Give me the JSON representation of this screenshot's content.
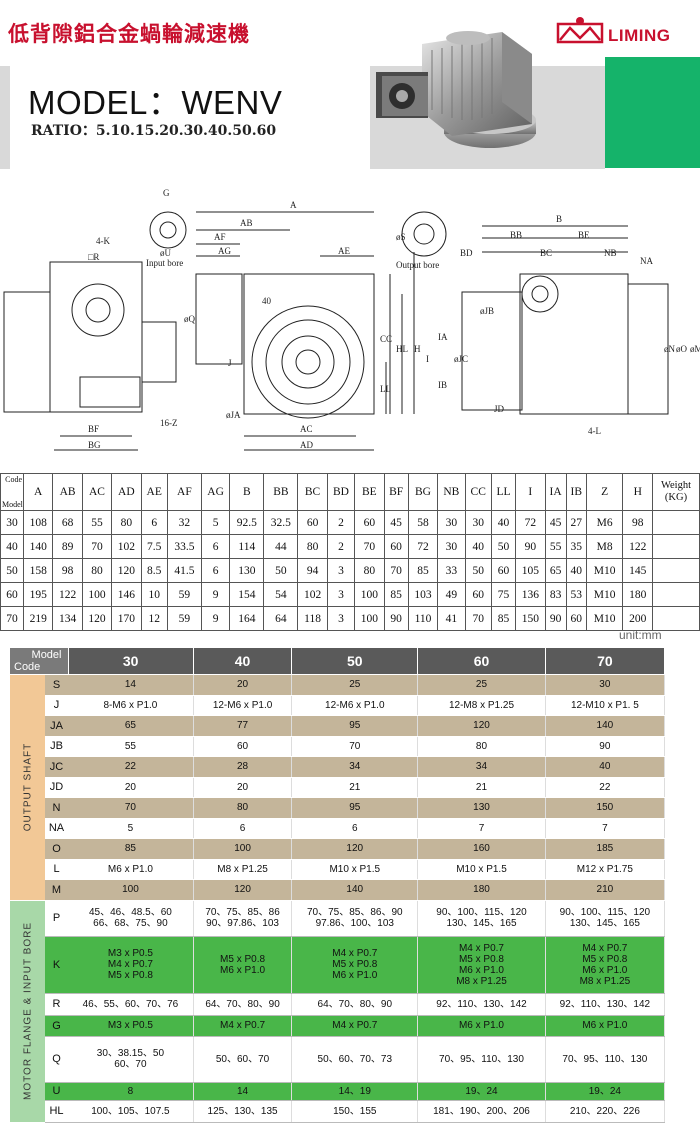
{
  "header": {
    "cn_title": "低背隙鋁合金蝸輪減速機",
    "brand": "LIMING",
    "model_line": "MODEL：WENV",
    "ratio_line": "RATIO：5.10.15.20.30.40.50.60",
    "colors": {
      "brand_red": "#c8102e",
      "accent_green": "#15b36a"
    }
  },
  "drawing": {
    "labels_left": [
      "G",
      "A",
      "AB",
      "4-K",
      "R",
      "øU",
      "Input bore",
      "AF",
      "AG",
      "AE",
      "40",
      "øQ",
      "J",
      "CC",
      "HL",
      "LL",
      "16-Z",
      "øJA",
      "BF",
      "BG",
      "AC",
      "AD"
    ],
    "labels_right": [
      "øS",
      "Output bore",
      "B",
      "BB",
      "BE",
      "BD",
      "BC",
      "NB",
      "NA",
      "øJB",
      "IA",
      "øJC",
      "IB",
      "I",
      "H",
      "JD",
      "øN",
      "øO",
      "øM",
      "4-L"
    ]
  },
  "dim_table": {
    "corner_top": "Code",
    "corner_bottom": "Model",
    "headers": [
      "A",
      "AB",
      "AC",
      "AD",
      "AE",
      "AF",
      "AG",
      "B",
      "BB",
      "BC",
      "BD",
      "BE",
      "BF",
      "BG",
      "NB",
      "CC",
      "LL",
      "I",
      "IA",
      "IB",
      "Z",
      "H"
    ],
    "weight_header": [
      "Weight",
      "(KG)"
    ],
    "rows": [
      {
        "model": "30",
        "vals": [
          "108",
          "68",
          "55",
          "80",
          "6",
          "32",
          "5",
          "92.5",
          "32.5",
          "60",
          "2",
          "60",
          "45",
          "58",
          "30",
          "30",
          "40",
          "72",
          "45",
          "27",
          "M6",
          "98"
        ],
        "weight": ""
      },
      {
        "model": "40",
        "vals": [
          "140",
          "89",
          "70",
          "102",
          "7.5",
          "33.5",
          "6",
          "114",
          "44",
          "80",
          "2",
          "70",
          "60",
          "72",
          "30",
          "40",
          "50",
          "90",
          "55",
          "35",
          "M8",
          "122"
        ],
        "weight": ""
      },
      {
        "model": "50",
        "vals": [
          "158",
          "98",
          "80",
          "120",
          "8.5",
          "41.5",
          "6",
          "130",
          "50",
          "94",
          "3",
          "80",
          "70",
          "85",
          "33",
          "50",
          "60",
          "105",
          "65",
          "40",
          "M10",
          "145"
        ],
        "weight": ""
      },
      {
        "model": "60",
        "vals": [
          "195",
          "122",
          "100",
          "146",
          "10",
          "59",
          "9",
          "154",
          "54",
          "102",
          "3",
          "100",
          "85",
          "103",
          "49",
          "60",
          "75",
          "136",
          "83",
          "53",
          "M10",
          "180"
        ],
        "weight": ""
      },
      {
        "model": "70",
        "vals": [
          "219",
          "134",
          "120",
          "170",
          "12",
          "59",
          "9",
          "164",
          "64",
          "118",
          "3",
          "100",
          "90",
          "110",
          "41",
          "70",
          "85",
          "150",
          "90",
          "60",
          "M10",
          "200"
        ],
        "weight": ""
      }
    ]
  },
  "spec_table": {
    "unit": "unit:mm",
    "corner_model": "Model",
    "corner_code": "Code",
    "models": [
      "30",
      "40",
      "50",
      "60",
      "70"
    ],
    "group_output": "OUTPUT SHAFT",
    "group_motor": "MOTOR FLANGE & INPUT BORE",
    "output_rows": [
      {
        "code": "S",
        "style": "tan",
        "vals": [
          "14",
          "20",
          "25",
          "25",
          "30"
        ]
      },
      {
        "code": "J",
        "style": "wht",
        "vals": [
          "8-M6 x P1.0",
          "12-M6 x P1.0",
          "12-M6 x P1.0",
          "12-M8 x P1.25",
          "12-M10 x P1. 5"
        ]
      },
      {
        "code": "JA",
        "style": "tan",
        "vals": [
          "65",
          "77",
          "95",
          "120",
          "140"
        ]
      },
      {
        "code": "JB",
        "style": "wht",
        "vals": [
          "55",
          "60",
          "70",
          "80",
          "90"
        ]
      },
      {
        "code": "JC",
        "style": "tan",
        "vals": [
          "22",
          "28",
          "34",
          "34",
          "40"
        ]
      },
      {
        "code": "JD",
        "style": "wht",
        "vals": [
          "20",
          "20",
          "21",
          "21",
          "22"
        ]
      },
      {
        "code": "N",
        "style": "tan",
        "vals": [
          "70",
          "80",
          "95",
          "130",
          "150"
        ]
      },
      {
        "code": "NA",
        "style": "wht",
        "vals": [
          "5",
          "6",
          "6",
          "7",
          "7"
        ]
      },
      {
        "code": "O",
        "style": "tan",
        "vals": [
          "85",
          "100",
          "120",
          "160",
          "185"
        ]
      },
      {
        "code": "L",
        "style": "wht",
        "vals": [
          "M6 x P1.0",
          "M8 x P1.25",
          "M10 x P1.5",
          "M10 x P1.5",
          "M12 x P1.75"
        ]
      },
      {
        "code": "M",
        "style": "tan",
        "vals": [
          "100",
          "120",
          "140",
          "180",
          "210"
        ]
      }
    ],
    "motor_rows": [
      {
        "code": "P",
        "style": "pgrn",
        "vals": [
          [
            "45、46、48.5、60",
            "66、68、75、90"
          ],
          [
            "70、75、85、86",
            "90、97.86、103"
          ],
          [
            "70、75、85、86、90",
            "97.86、100、103"
          ],
          [
            "90、100、115、120",
            "130、145、165"
          ],
          [
            "90、100、115、120",
            "130、145、165"
          ]
        ]
      },
      {
        "code": "K",
        "style": "grn",
        "vals": [
          [
            "M3 x P0.5",
            "M4 x P0.7",
            "M5 x P0.8"
          ],
          [
            "M5 x P0.8",
            "M6 x P1.0"
          ],
          [
            "M4 x P0.7",
            "M5 x P0.8",
            "M6 x P1.0"
          ],
          [
            "M4 x P0.7",
            "M5 x P0.8",
            "M6 x P1.0",
            "M8 x P1.25"
          ],
          [
            "M4 x P0.7",
            "M5 x P0.8",
            "M6 x P1.0",
            "M8 x P1.25"
          ]
        ]
      },
      {
        "code": "R",
        "style": "pgrn",
        "vals": [
          [
            "46、55、60、70、76"
          ],
          [
            "64、70、80、90"
          ],
          [
            "64、70、80、90"
          ],
          [
            "92、110、130、142"
          ],
          [
            "92、110、130、142"
          ]
        ]
      },
      {
        "code": "G",
        "style": "grn",
        "vals": [
          [
            "M3 x P0.5"
          ],
          [
            "M4 x P0.7"
          ],
          [
            "M4 x P0.7"
          ],
          [
            "M6 x P1.0"
          ],
          [
            "M6 x P1.0"
          ]
        ]
      },
      {
        "code": "Q",
        "style": "pgrn",
        "vals": [
          [
            "30、38.15、50",
            "60、70"
          ],
          [
            "50、60、70"
          ],
          [
            "50、60、70、73"
          ],
          [
            "70、95、110、130"
          ],
          [
            "70、95、110、130"
          ]
        ]
      },
      {
        "code": "U",
        "style": "grn",
        "vals": [
          [
            "8"
          ],
          [
            "14"
          ],
          [
            "14、19"
          ],
          [
            "19、24"
          ],
          [
            "19、24"
          ]
        ]
      },
      {
        "code": "HL",
        "style": "pgrn",
        "vals": [
          [
            "100、105、107.5"
          ],
          [
            "125、130、135"
          ],
          [
            "150、155"
          ],
          [
            "181、190、200、206"
          ],
          [
            "210、220、226"
          ]
        ]
      }
    ]
  }
}
